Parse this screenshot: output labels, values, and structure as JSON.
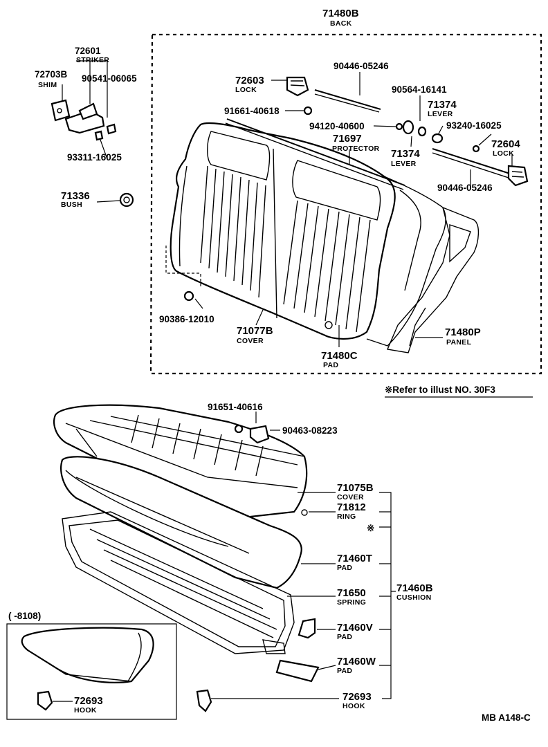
{
  "back": {
    "assy": {
      "no": "71480B",
      "name": "BACK"
    },
    "striker": {
      "no": "72601",
      "name": "STRIKER"
    },
    "shim": {
      "no": "72703B",
      "name": "SHIM"
    },
    "bolt_striker": {
      "no": "90541-06065"
    },
    "screw_striker": {
      "no": "93311-16025"
    },
    "bush": {
      "no": "71336",
      "name": "BUSH"
    },
    "lock_left": {
      "no": "72603",
      "name": "LOCK"
    },
    "rod_upper": {
      "no": "90446-05246"
    },
    "screw_lock": {
      "no": "91661-40618"
    },
    "washer": {
      "no": "90564-16141"
    },
    "lever_upper": {
      "no": "71374",
      "name": "LEVER"
    },
    "clip": {
      "no": "94120-40600"
    },
    "screw_lever": {
      "no": "93240-16025"
    },
    "protector": {
      "no": "71697",
      "name": "PROTECTOR"
    },
    "lever_lower": {
      "no": "71374",
      "name": "LEVER"
    },
    "lock_right": {
      "no": "72604",
      "name": "LOCK"
    },
    "rod_lower": {
      "no": "90446-05246"
    },
    "grommet": {
      "no": "90386-12010"
    },
    "cover": {
      "no": "71077B",
      "name": "COVER"
    },
    "pad": {
      "no": "71480C",
      "name": "PAD"
    },
    "panel": {
      "no": "71480P",
      "name": "PANEL"
    }
  },
  "reference_note": "※Refer to illust NO. 30F3",
  "cushion": {
    "screw": {
      "no": "91651-40616"
    },
    "bracket": {
      "no": "90463-08223"
    },
    "cover": {
      "no": "71075B",
      "name": "COVER"
    },
    "ring": {
      "no": "71812",
      "name": "RING"
    },
    "ref_mark": "※",
    "pad_t": {
      "no": "71460T",
      "name": "PAD"
    },
    "assy": {
      "no": "71460B",
      "name": "CUSHION"
    },
    "spring": {
      "no": "71650",
      "name": "SPRING"
    },
    "pad_v": {
      "no": "71460V",
      "name": "PAD"
    },
    "pad_w": {
      "no": "71460W",
      "name": "PAD"
    },
    "hook": {
      "no": "72693",
      "name": "HOOK"
    }
  },
  "inset": {
    "range": "(        -8108)",
    "hook": {
      "no": "72693",
      "name": "HOOK"
    }
  },
  "illustration_code": "MB A148-C"
}
